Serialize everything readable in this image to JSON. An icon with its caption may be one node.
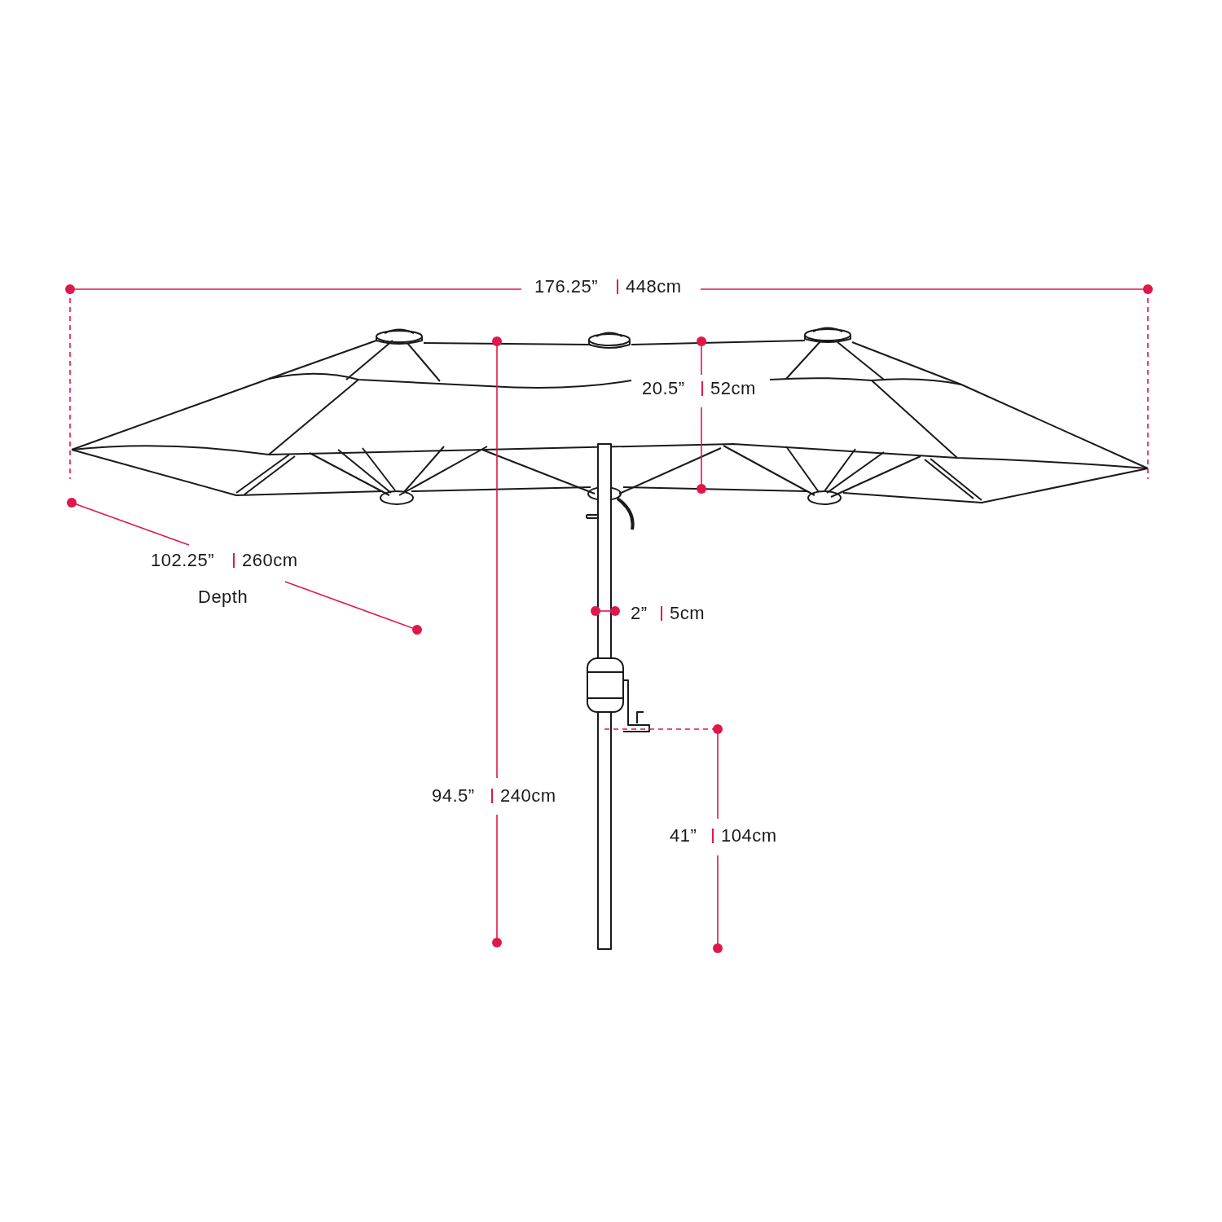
{
  "diagram": {
    "labels": [
      "176.25”",
      "448cm",
      "20.5”",
      "52cm",
      "102.25”",
      "260cm",
      "Depth",
      "2”",
      "5cm",
      "94.5”",
      "240cm",
      "41”",
      "104cm"
    ]
  }
}
